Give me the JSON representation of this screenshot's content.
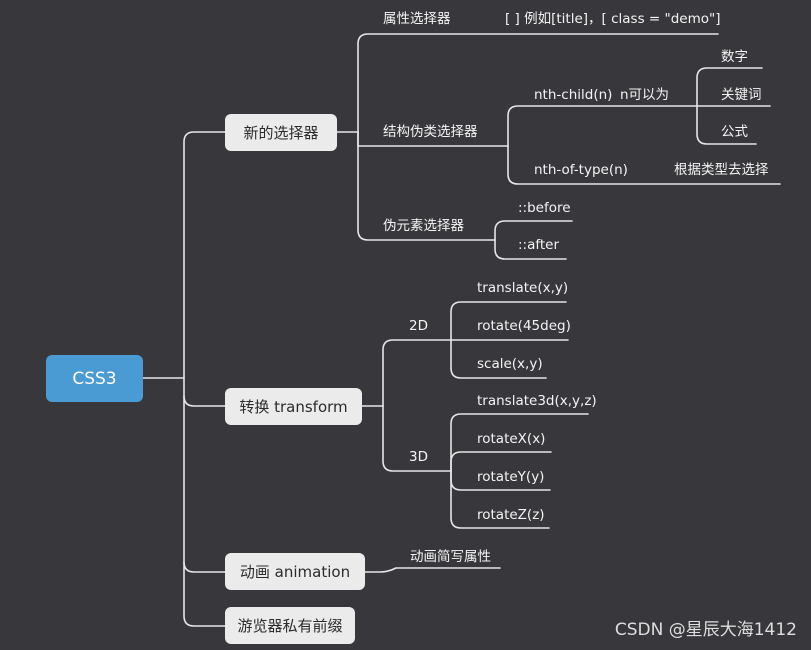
{
  "root": {
    "label": "CSS3"
  },
  "branches": {
    "new_selectors": "新的选择器",
    "transform": "转换 transform",
    "animation": "动画 animation",
    "prefix": "游览器私有前缀"
  },
  "selectors": {
    "attr": {
      "label": "属性选择器",
      "note": "[ ]   例如[title]，[ class = \"demo\"]"
    },
    "structural": {
      "label": "结构伪类选择器",
      "nth_child": "nth-child(n)",
      "n_can_be": "n可以为",
      "options": [
        "数字",
        "关键词",
        "公式"
      ],
      "nth_of_type": "nth-of-type(n)",
      "by_type": "根据类型去选择"
    },
    "pseudo_element": {
      "label": "伪元素选择器",
      "items": [
        "::before",
        "::after"
      ]
    }
  },
  "transform": {
    "d2": {
      "label": "2D",
      "items": [
        "translate(x,y)",
        "rotate(45deg)",
        "scale(x,y)"
      ]
    },
    "d3": {
      "label": "3D",
      "items": [
        "translate3d(x,y,z)",
        "rotateX(x)",
        "rotateY(y)",
        "rotateZ(z)"
      ]
    }
  },
  "animation": {
    "shorthand": "动画简写属性"
  },
  "watermark": "CSDN @星辰大海1412",
  "colors": {
    "background": "#38373c",
    "root": "#4a9ad3",
    "branch": "#ebebeb",
    "line": "#e6e6e6"
  }
}
